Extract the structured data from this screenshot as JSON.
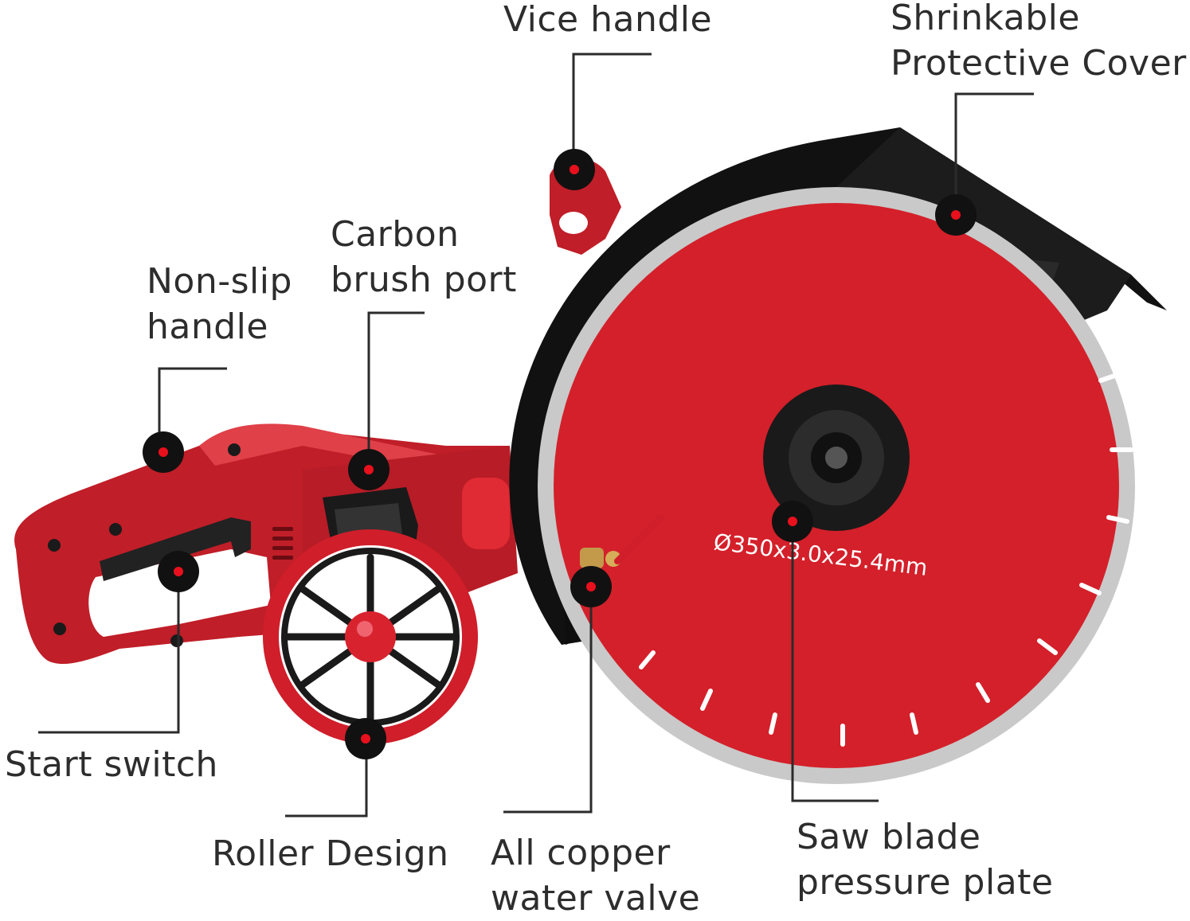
{
  "labels": {
    "vice_handle": "Vice handle",
    "shrinkable_cover": [
      "Shrinkable",
      "Protective Cover"
    ],
    "non_slip_handle": [
      "Non-slip",
      "handle"
    ],
    "carbon_brush_port": [
      "Carbon",
      "brush port"
    ],
    "start_switch": "Start switch",
    "roller_design": "Roller Design",
    "water_valve": [
      "All copper",
      "water valve"
    ],
    "pressure_plate": [
      "Saw blade",
      "pressure plate"
    ]
  },
  "blade_spec": "Ø350x3.0x25.4mm",
  "colors": {
    "body_red": "#c8202a",
    "blade_red": "#d4202a",
    "guard_black": "#111111",
    "marker_red": "#e8101c",
    "leader_line": "#2b2b2b"
  }
}
